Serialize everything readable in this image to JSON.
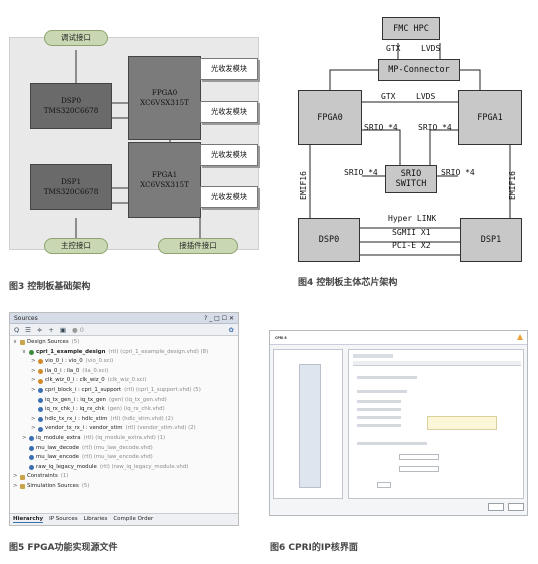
{
  "fig3": {
    "top_pill": "调试接口",
    "dsp0": [
      "DSP0",
      "TMS320C6678"
    ],
    "dsp1": [
      "DSP1",
      "TMS320C6678"
    ],
    "fpga0": [
      "FPGA0",
      "XC6VSX315T"
    ],
    "fpga1": [
      "FPGA1",
      "XC6VSX315T"
    ],
    "optical": "光收发模块",
    "bottom_left_pill": "主控接口",
    "bottom_right_pill": "接插件接口",
    "caption": "图3 控制板基础架构"
  },
  "fig4": {
    "fmc": "FMC HPC",
    "gtx_top": "GTX",
    "lvds_top": "LVDS",
    "mp": "MP-Connector",
    "fpga0": "FPGA0",
    "fpga1": "FPGA1",
    "gtx_mid": "GTX",
    "lvds_mid": "LVDS",
    "srio_l": "SRIO *4",
    "srio_r": "SRIO *4",
    "srio_bl": "SRIO *4",
    "srio_br": "SRIO *4",
    "srio_switch": [
      "SRIO",
      "SWITCH"
    ],
    "emif_l": "EMIF16",
    "emif_r": "EMIF16",
    "dsp0": "DSP0",
    "dsp1": "DSP1",
    "hyper": "Hyper LINK",
    "sgmii": "SGMII X1",
    "pcie": "PCI-E X2",
    "caption": "图4 控制板主体芯片架构"
  },
  "fig5": {
    "title": "Sources",
    "title_controls": "? _ □ ☐ ✕",
    "toolbar": [
      "Q",
      "☰",
      "≑",
      "+",
      "▣",
      "● 0"
    ],
    "gear": "✿",
    "rows": [
      {
        "indent": 0,
        "chev": "∨",
        "icon": "folder",
        "text": "Design Sources",
        "gray": "(5)"
      },
      {
        "indent": 1,
        "chev": "∨",
        "icon": "top",
        "text": "cpri_1_example_design",
        "gray": "(rtl) (cpri_1_example_design.vhd) (8)",
        "bold": true
      },
      {
        "indent": 2,
        "chev": ">",
        "icon": "mod",
        "text": "vio_0_i : vio_0",
        "gray": "(vio_0.xci)"
      },
      {
        "indent": 2,
        "chev": ">",
        "icon": "mod",
        "text": "ila_0_i : ila_0",
        "gray": "(ila_0.xci)"
      },
      {
        "indent": 2,
        "chev": ">",
        "icon": "mod",
        "text": "clk_wiz_0_i : clk_wiz_0",
        "gray": "(clk_wiz_0.xci)"
      },
      {
        "indent": 2,
        "chev": ">",
        "icon": "blue",
        "text": "cpri_block_i : cpri_1_support",
        "gray": "(rtl) (cpri_1_support.vhd) (5)"
      },
      {
        "indent": 2,
        "chev": "",
        "icon": "blue",
        "text": "iq_tx_gen_i : iq_tx_gen",
        "gray": "(gen) (iq_tx_gen.vhd)"
      },
      {
        "indent": 2,
        "chev": "",
        "icon": "blue",
        "text": "iq_rx_chk_i : iq_rx_chk",
        "gray": "(gen) (iq_rx_chk.vhd)"
      },
      {
        "indent": 2,
        "chev": ">",
        "icon": "blue",
        "text": "hdlc_tx_rx_i : hdlc_stim",
        "gray": "(rtl) (hdlc_stim.vhd) (2)"
      },
      {
        "indent": 2,
        "chev": ">",
        "icon": "blue",
        "text": "vendor_tx_rx_i : vendor_stim",
        "gray": "(rtl) (vendor_stim.vhd) (2)"
      },
      {
        "indent": 1,
        "chev": ">",
        "icon": "blue",
        "text": "iq_module_extra",
        "gray": "(rtl) (iq_module_extra.vhd) (1)"
      },
      {
        "indent": 1,
        "chev": "",
        "icon": "blue",
        "text": "mu_law_decode",
        "gray": "(rtl) (mu_law_decode.vhd)"
      },
      {
        "indent": 1,
        "chev": "",
        "icon": "blue",
        "text": "mu_law_encode",
        "gray": "(rtl) (mu_law_encode.vhd)"
      },
      {
        "indent": 1,
        "chev": "",
        "icon": "blue",
        "text": "raw_iq_legacy_module",
        "gray": "(rtl) (raw_iq_legacy_module.vhd)"
      },
      {
        "indent": 0,
        "chev": ">",
        "icon": "folder",
        "text": "Constraints",
        "gray": "(1)"
      },
      {
        "indent": 0,
        "chev": ">",
        "icon": "folder",
        "text": "Simulation Sources",
        "gray": "(5)"
      }
    ],
    "tabs": [
      "Hierarchy",
      "IP Sources",
      "Libraries",
      "Compile Order"
    ],
    "caption": "图5 FPGA功能实现源文件"
  },
  "fig6": {
    "window_title": "CPRI 6",
    "caption": "图6 CPRI的IP核界面"
  }
}
